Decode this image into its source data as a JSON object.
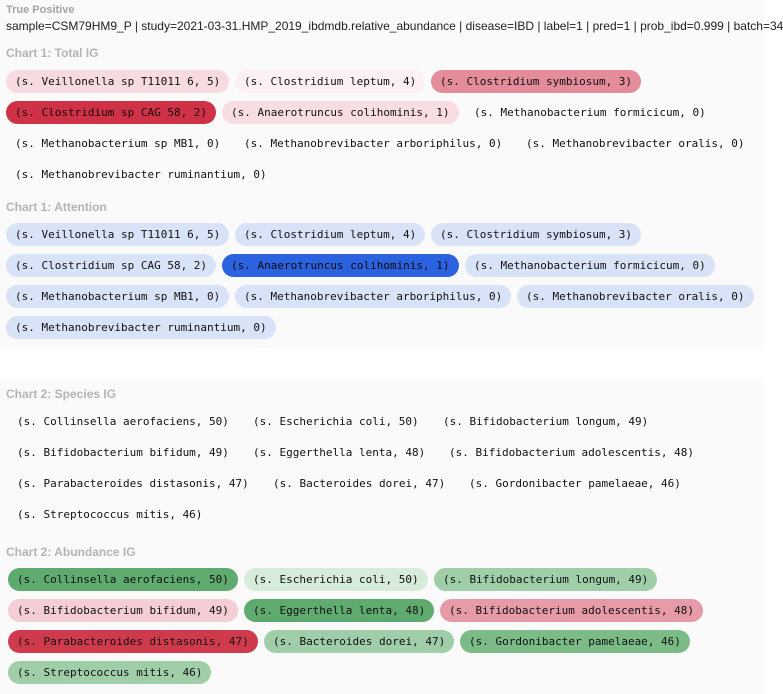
{
  "header": {
    "label": "True Positive",
    "meta": "sample=CSM79HM9_P | study=2021-03-31.HMP_2019_ibdmdb.relative_abundance | disease=IBD | label=1 | pred=1 | prob_ibd=0.999 | batch=34"
  },
  "sections": [
    {
      "title": "Chart 1: Total IG",
      "chips": [
        {
          "text": "(s. Veillonella sp T11011 6, 5)",
          "bg": "#f8dbe0"
        },
        {
          "text": "(s. Clostridium leptum, 4)",
          "bg": "#fcf0f2"
        },
        {
          "text": "(s. Clostridium symbiosum, 3)",
          "bg": "#e48c9a"
        },
        {
          "text": "(s. Clostridium sp CAG 58, 2)",
          "bg": "#cf3146",
          "fg": "#1a0005"
        },
        {
          "text": "(s. Anaerotruncus colihominis, 1)",
          "bg": "#f8dde2"
        },
        {
          "text": "(s. Methanobacterium formicicum, 0)",
          "bg": "transparent"
        },
        {
          "text": "(s. Methanobacterium sp MB1, 0)",
          "bg": "transparent"
        },
        {
          "text": "(s. Methanobrevibacter arboriphilus, 0)",
          "bg": "transparent"
        },
        {
          "text": "(s. Methanobrevibacter oralis, 0)",
          "bg": "transparent"
        },
        {
          "text": "(s. Methanobrevibacter ruminantium, 0)",
          "bg": "transparent"
        }
      ]
    },
    {
      "title": "Chart 1: Attention",
      "chips": [
        {
          "text": "(s. Veillonella sp T11011 6, 5)",
          "bg": "#d9e3f7"
        },
        {
          "text": "(s. Clostridium leptum, 4)",
          "bg": "#d9e3f7"
        },
        {
          "text": "(s. Clostridium symbiosum, 3)",
          "bg": "#d9e3f7"
        },
        {
          "text": "(s. Clostridium sp CAG 58, 2)",
          "bg": "#d9e3f7"
        },
        {
          "text": "(s. Anaerotruncus colihominis, 1)",
          "bg": "#2a62e0",
          "fg": "#0a0a0a"
        },
        {
          "text": "(s. Methanobacterium formicicum, 0)",
          "bg": "#d9e3f7"
        },
        {
          "text": "(s. Methanobacterium sp MB1, 0)",
          "bg": "#d9e3f7"
        },
        {
          "text": "(s. Methanobrevibacter arboriphilus, 0)",
          "bg": "#d9e3f7"
        },
        {
          "text": "(s. Methanobrevibacter oralis, 0)",
          "bg": "#d9e3f7"
        },
        {
          "text": "(s. Methanobrevibacter ruminantium, 0)",
          "bg": "#d9e3f7"
        }
      ]
    },
    {
      "title": "Chart 2: Species IG",
      "chips": [
        {
          "text": "(s. Collinsella aerofaciens, 50)",
          "bg": "transparent"
        },
        {
          "text": "(s. Escherichia coli, 50)",
          "bg": "transparent"
        },
        {
          "text": "(s. Bifidobacterium longum, 49)",
          "bg": "transparent"
        },
        {
          "text": "(s. Bifidobacterium bifidum, 49)",
          "bg": "transparent"
        },
        {
          "text": "(s. Eggerthella lenta, 48)",
          "bg": "transparent"
        },
        {
          "text": "(s. Bifidobacterium adolescentis, 48)",
          "bg": "transparent"
        },
        {
          "text": "(s. Parabacteroides distasonis, 47)",
          "bg": "transparent"
        },
        {
          "text": "(s. Bacteroides dorei, 47)",
          "bg": "transparent"
        },
        {
          "text": "(s. Gordonibacter pamelaeae, 46)",
          "bg": "transparent"
        },
        {
          "text": "(s. Streptococcus mitis, 46)",
          "bg": "transparent"
        }
      ]
    },
    {
      "title": "Chart 2: Abundance IG",
      "chips": [
        {
          "text": "(s. Collinsella aerofaciens, 50)",
          "bg": "#5fab6f"
        },
        {
          "text": "(s. Escherichia coli, 50)",
          "bg": "#d6ebd9"
        },
        {
          "text": "(s. Bifidobacterium longum, 49)",
          "bg": "#9fcea9"
        },
        {
          "text": "(s. Bifidobacterium bifidum, 49)",
          "bg": "#f5cdd4"
        },
        {
          "text": "(s. Eggerthella lenta, 48)",
          "bg": "#5fab6f"
        },
        {
          "text": "(s. Bifidobacterium adolescentis, 48)",
          "bg": "#e79ba8"
        },
        {
          "text": "(s. Parabacteroides distasonis, 47)",
          "bg": "#d03a4d"
        },
        {
          "text": "(s. Bacteroides dorei, 47)",
          "bg": "#9fcea9"
        },
        {
          "text": "(s. Gordonibacter pamelaeae, 46)",
          "bg": "#7bbb88"
        },
        {
          "text": "(s. Streptococcus mitis, 46)",
          "bg": "#9fcea9"
        }
      ]
    }
  ]
}
